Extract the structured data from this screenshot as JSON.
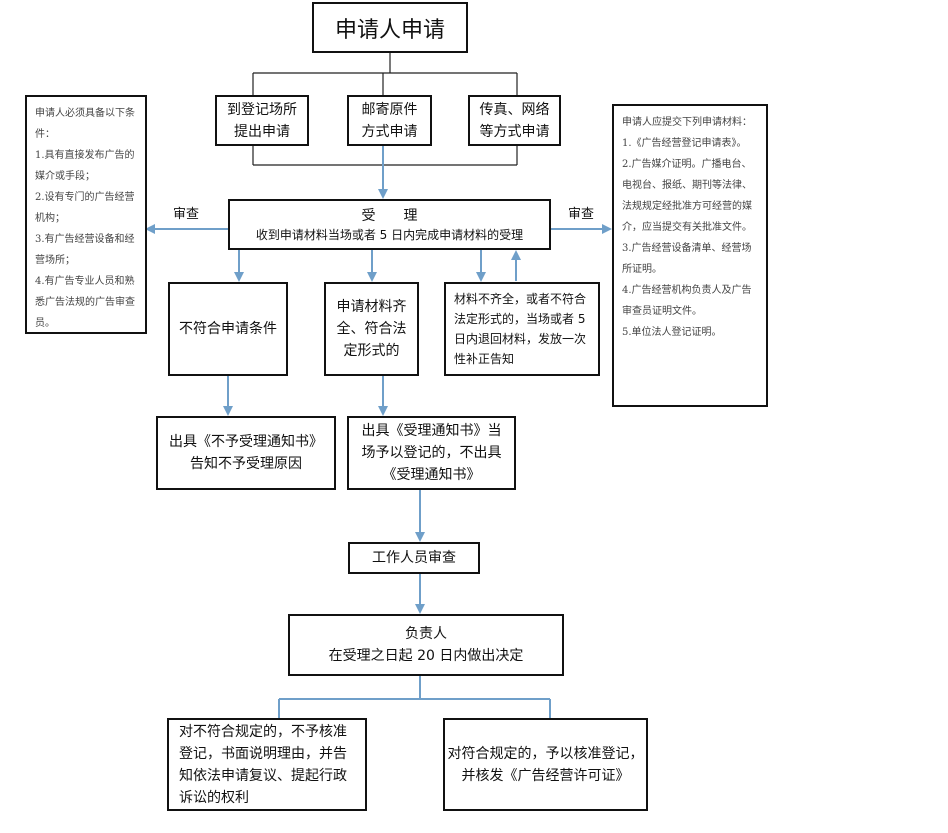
{
  "nodes": {
    "applicant": "申请人申请",
    "in_person": "到登记场所\n提出申请",
    "by_mail": "邮寄原件\n方式申请",
    "by_fax": "传真、网络\n等方式申请",
    "accept_title": "受　　理",
    "accept_sub": "收到申请材料当场或者 5 日内完成申请材料的受理",
    "not_qualified": "不符合申请条件",
    "complete": "申请材料齐\n全、符合法\n定形式的",
    "incomplete": "材料不齐全，或者不符合\n法定形式的，当场或者 5\n日内退回材料，发放一次\n性补正告知",
    "reject_notice": "出具《不予受理通知书》\n告知不予受理原因",
    "accept_notice": "出具《受理通知书》当\n场予以登记的，不出具\n《受理通知书》",
    "staff_review": "工作人员审查",
    "decision_title": "负责人",
    "decision_sub": "在受理之日起 20 日内做出决定",
    "not_compliant": "对不符合规定的，不予核准\n登记，书面说明理由，并告\n知依法申请复议、提起行政\n诉讼的权利",
    "compliant": "对符合规定的，予以核准登记，\n并核发《广告经营许可证》"
  },
  "labels": {
    "review_left": "审查",
    "review_right": "审查"
  },
  "notes": {
    "left": [
      "申请人必须具备以下条件：",
      "1.具有直接发布广告的媒介或手段；",
      "2.设有专门的广告经营机构；",
      "3.有广告经营设备和经营场所；",
      "4.有广告专业人员和熟悉广告法规的广告审查员。"
    ],
    "right": [
      "申请人应提交下列申请材料：",
      "1.《广告经营登记申请表》。",
      "2.广告媒介证明。广播电台、电视台、报纸、期刊等法律、法规规定经批准方可经营的媒介，应当提交有关批准文件。",
      "3.广告经营设备清单、经营场所证明。",
      "4.广告经营机构负责人及广告审查员证明文件。",
      "5.单位法人登记证明。"
    ]
  },
  "colors": {
    "arrow": "#6f9fc9",
    "line": "#222222",
    "border": "#111111",
    "note_text": "#444444"
  }
}
